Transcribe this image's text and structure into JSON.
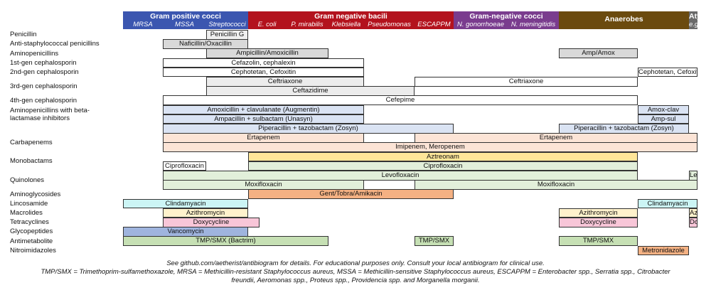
{
  "groups": [
    {
      "title": "Gram positive cocci",
      "color": "#3b56b0",
      "cols": [
        0,
        3
      ],
      "subs": [
        {
          "text": "MRSA",
          "col": 0
        },
        {
          "text": "MSSA",
          "col": 1
        },
        {
          "text": "Streptococci",
          "col": 2
        }
      ]
    },
    {
      "title": "Gram negative bacili",
      "color": "#b3121d",
      "cols": [
        3,
        8
      ],
      "subs": [
        {
          "text": "E. coli",
          "col": 3
        },
        {
          "text": "P. mirabilis",
          "col": 4
        },
        {
          "text": "Klebsiella",
          "col": 5
        },
        {
          "text": "Pseudomonas",
          "col": 6
        },
        {
          "text": "ESCAPPM",
          "col": 7
        }
      ]
    },
    {
      "title": "Gram-negative cocci",
      "color": "#7a3c8e",
      "cols": [
        8,
        10
      ],
      "subs": [
        {
          "text": "N. gonorrhoeae",
          "col": 8
        },
        {
          "text": "N. meningitidis",
          "col": 9
        }
      ]
    },
    {
      "title": "Anaerobes",
      "color": "#6b4a0e",
      "cols": [
        10,
        12
      ],
      "subs": []
    },
    {
      "title": "Atypicals",
      "color": "#6a6a6a",
      "cols": [
        12,
        13
      ],
      "subs": [
        {
          "text": "e.g. Mycoplasma",
          "col": 12
        }
      ]
    }
  ],
  "rows": [
    {
      "label": "Penicillin",
      "bars": [
        {
          "text": "Penicillin G",
          "c0": 2,
          "c1": 3,
          "fill": "#efefef"
        }
      ]
    },
    {
      "label": "Anti-staphylococcal penicillins",
      "bars": [
        {
          "text": "Naficillin/Oxacillin",
          "c0": 1,
          "c1": 3,
          "fill": "#d9d9d9"
        }
      ]
    },
    {
      "label": "Aminopenicillins",
      "bars": [
        {
          "text": "Ampicillin/Amoxicillin",
          "c0": 2,
          "c1": 5,
          "fill": "#d9d9d9"
        },
        {
          "text": "Amp/Amox",
          "c0": 10,
          "c1": 11,
          "fill": "#d9d9d9"
        }
      ]
    },
    {
      "label": "1st-gen cephalosporin",
      "bars": [
        {
          "text": "Cefazolin, cephalexin",
          "c0": 1,
          "c1": 6,
          "fill": "#ffffff"
        }
      ]
    },
    {
      "label": "2nd-gen cephalosporin",
      "bars": [
        {
          "text": "Cephotetan, Cefoxitin",
          "c0": 1,
          "c1": 6,
          "fill": "#ffffff"
        },
        {
          "text": "Cephotetan, Cefoxitin",
          "c0": 11,
          "c1": 13,
          "fill": "#ffffff"
        }
      ]
    },
    {
      "label": "3rd-gen cephalosporin",
      "sub": [
        {
          "bars": [
            {
              "text": "Ceftriaxone",
              "c0": 2,
              "c1": 6,
              "fill": "#ececec"
            },
            {
              "text": "Ceftriaxone",
              "c0": 7,
              "c1": 11,
              "fill": "#ffffff"
            }
          ]
        },
        {
          "bars": [
            {
              "text": "Ceftazidime",
              "c0": 2,
              "c1": 7,
              "fill": "#ececec"
            }
          ]
        }
      ]
    },
    {
      "label": "4th-gen cephalosporin",
      "bars": [
        {
          "text": "Cefepime",
          "c0": 1,
          "c1": 11,
          "fill": "#ffffff"
        }
      ]
    },
    {
      "label": "Aminopenicillins with beta-lactamase inhibitors",
      "sub": [
        {
          "bars": [
            {
              "text": "Amoxicillin + clavulanate (Augmentin)",
              "c0": 1,
              "c1": 6,
              "fill": "#dae3f3"
            },
            {
              "text": "Amox-clav",
              "c0": 11,
              "c1": 12,
              "fill": "#dae3f3"
            }
          ]
        },
        {
          "bars": [
            {
              "text": "Ampacillin + sulbactam (Unasyn)",
              "c0": 1,
              "c1": 6,
              "fill": "#dae3f3"
            },
            {
              "text": "Amp-sul",
              "c0": 11,
              "c1": 12,
              "fill": "#dae3f3"
            }
          ]
        },
        {
          "bars": [
            {
              "text": "Piperacillin + tazobactam (Zosyn)",
              "c0": 1,
              "c1": 8,
              "fill": "#dae3f3"
            },
            {
              "text": "Piperacillin + tazobactam (Zosyn)",
              "c0": 10,
              "c1": 12,
              "fill": "#dae3f3"
            }
          ]
        }
      ]
    },
    {
      "label": "Carbapenems",
      "sub": [
        {
          "bars": [
            {
              "text": "Ertapenem",
              "c0": 1,
              "c1": 6,
              "fill": "#fce4d6"
            },
            {
              "text": "Ertapenem",
              "c0": 7,
              "c1": 13,
              "fill": "#fce4d6"
            }
          ]
        },
        {
          "bars": [
            {
              "text": "Imipenem, Meropenem",
              "c0": 1,
              "c1": 13,
              "fill": "#fce4d6"
            }
          ]
        }
      ]
    },
    {
      "label": "Monobactams",
      "sub": [
        {
          "bars": [
            {
              "text": "Aztreonam",
              "c0": 3,
              "c1": 11,
              "fill": "#ffe699"
            }
          ]
        },
        {
          "bars": [
            {
              "text": "Ciprofloxacin",
              "c0": 1,
              "c1": 2,
              "fill": "#ffffff"
            },
            {
              "text": "Ciprofloxacin",
              "c0": 3,
              "c1": 11,
              "fill": "#e2efda"
            }
          ]
        }
      ]
    },
    {
      "label": "Quinolones",
      "sub": [
        {
          "bars": [
            {
              "text": "Levofloxacin",
              "c0": 1,
              "c1": 11,
              "fill": "#e2efda"
            },
            {
              "text": "Levofloxacin",
              "c0": 12,
              "c1": 13,
              "fill": "#e2efda"
            }
          ]
        },
        {
          "bars": [
            {
              "text": "Moxifloxacin",
              "c0": 1,
              "c1": 6,
              "fill": "#e2efda"
            },
            {
              "text": "Moxifloxacin",
              "c0": 7,
              "c1": 13,
              "fill": "#e2efda"
            }
          ]
        }
      ]
    },
    {
      "label": "Aminoglycosides",
      "bars": [
        {
          "text": "Gent/Tobra/Amikacin",
          "c0": 3,
          "c1": 8,
          "fill": "#f4b183"
        }
      ]
    },
    {
      "label": "Lincosamide",
      "bars": [
        {
          "text": "Clindamyacin",
          "c0": 0,
          "c1": 3,
          "fill": "#ccf5f5"
        },
        {
          "text": "Clindamyacin",
          "c0": 11,
          "c1": 13,
          "fill": "#ccf5f5"
        }
      ]
    },
    {
      "label": "Macrolides",
      "bars": [
        {
          "text": "Azithromycin",
          "c0": 1,
          "c1": 3,
          "fill": "#fff2cc"
        },
        {
          "text": "Azithromycin",
          "c0": 10,
          "c1": 11,
          "fill": "#fff2cc"
        },
        {
          "text": "Azithromycin",
          "c0": 12,
          "c1": 13,
          "fill": "#fff2cc"
        }
      ]
    },
    {
      "label": "Tetracyclines",
      "bars": [
        {
          "text": "Doxycycline",
          "c0": 1,
          "c1": 3.3,
          "fill": "#f8c6d8"
        },
        {
          "text": "Doxycycline",
          "c0": 10,
          "c1": 11,
          "fill": "#f8c6d8"
        },
        {
          "text": "Doxycycline",
          "c0": 12,
          "c1": 13,
          "fill": "#f8c6d8"
        }
      ]
    },
    {
      "label": "Glycopeptides",
      "bars": [
        {
          "text": "Vancomycin",
          "c0": 0,
          "c1": 3,
          "fill": "#9fb4de"
        }
      ]
    },
    {
      "label": "Antimetabolite",
      "bars": [
        {
          "text": "TMP/SMX (Bactrim)",
          "c0": 0,
          "c1": 5,
          "fill": "#c6e0b4"
        },
        {
          "text": "TMP/SMX",
          "c0": 7,
          "c1": 8,
          "fill": "#c6e0b4"
        },
        {
          "text": "TMP/SMX",
          "c0": 10,
          "c1": 11,
          "fill": "#c6e0b4"
        }
      ]
    },
    {
      "label": "Nitroimidazoles",
      "bars": [
        {
          "text": "Metronidazole",
          "c0": 11,
          "c1": 12,
          "fill": "#f4b183"
        }
      ]
    }
  ],
  "footer": {
    "line1": "See github.com/aetherist/antibiogram for details. For educational purposes only. Consult your local antibiogram for clinical use.",
    "line2": "TMP/SMX = Trimethoprim-sulfamethoxazole, MRSA = Methicillin-resistant Staphylococcus aureus, MSSA = Methicillin-sensitive Staphylococcus aureus, ESCAPPM = Enterobacter spp., Serratia spp., Citrobacter",
    "line3": "freundii, Aeromonas spp., Proteus spp., Providencia spp. and Morganella morganii."
  }
}
